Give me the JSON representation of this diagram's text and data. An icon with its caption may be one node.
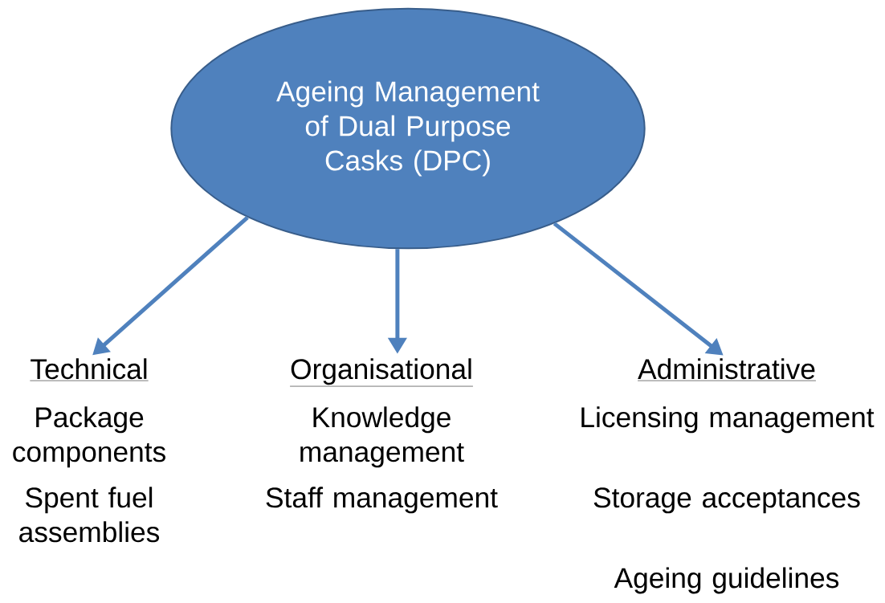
{
  "diagram": {
    "nodes": [
      {
        "text": [
          "Ageing Management of Dual Purpose Casks (DPC)"
        ]
      },
      {
        "text": [
          "Technical",
          "Package components",
          "Spent fuel assemblies"
        ]
      },
      {
        "text": [
          "Organisational",
          "Knowledge management",
          "Staff management"
        ]
      },
      {
        "text": [
          "Administrative",
          "Licensing management",
          "Storage acceptances",
          "Ageing guidelines"
        ]
      }
    ],
    "edges": [
      {
        "from": 0,
        "to": 1,
        "arrow": "to"
      },
      {
        "from": 0,
        "to": 2,
        "arrow": "to"
      },
      {
        "from": 0,
        "to": 3,
        "arrow": "to"
      }
    ]
  }
}
